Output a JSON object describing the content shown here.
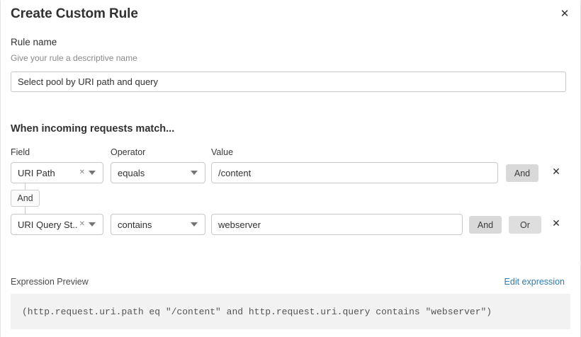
{
  "modal": {
    "title": "Create Custom Rule",
    "close_icon": "close-icon"
  },
  "rule_name": {
    "label": "Rule name",
    "hint": "Give your rule a descriptive name",
    "value": "Select pool by URI path and query",
    "placeholder": "Rule name"
  },
  "match_section": {
    "heading": "When incoming requests match...",
    "columns": {
      "field": "Field",
      "operator": "Operator",
      "value": "Value"
    },
    "group_connector": "And",
    "rows": [
      {
        "field": "URI Path",
        "field_clear_icon": "clear-x-icon",
        "field_caret_icon": "chevron-down-icon",
        "operator": "equals",
        "operator_caret_icon": "chevron-down-icon",
        "value": "/content",
        "value_placeholder": "Value",
        "and_label": "And",
        "delete_icon": "close-icon"
      },
      {
        "field": "URI Query St...",
        "field_clear_icon": "clear-x-icon",
        "field_caret_icon": "chevron-down-icon",
        "operator": "contains",
        "operator_caret_icon": "chevron-down-icon",
        "value": "webserver",
        "value_placeholder": "Value",
        "and_label": "And",
        "or_label": "Or",
        "delete_icon": "close-icon"
      }
    ]
  },
  "expression_preview": {
    "label": "Expression Preview",
    "edit_link": "Edit expression",
    "expression": "(http.request.uri.path eq \"/content\" and http.request.uri.query contains \"webserver\")"
  },
  "colors": {
    "link": "#2c7cb0",
    "button_gray": "#d9d9d9",
    "expression_bg": "#f2f2f2",
    "border": "#c8c8c8",
    "text": "#313131",
    "muted_text": "#8a8a8a"
  }
}
